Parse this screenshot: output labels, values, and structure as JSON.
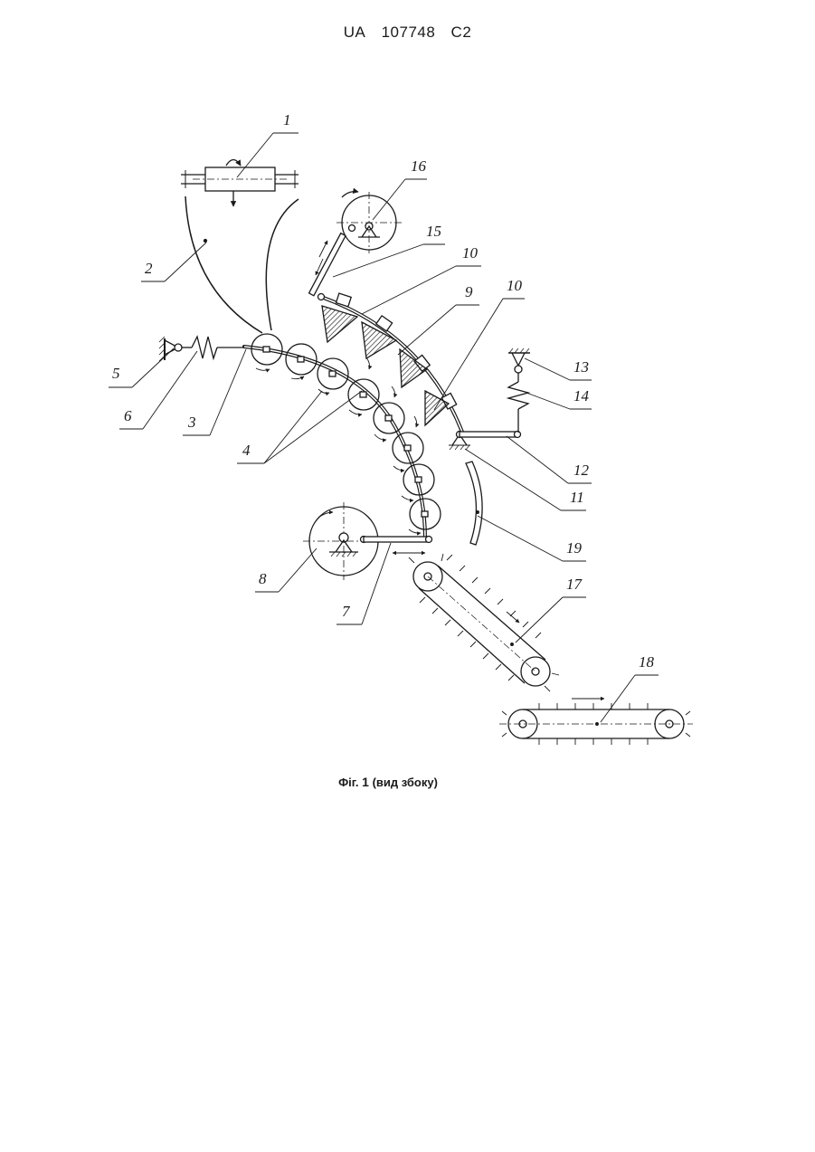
{
  "header": {
    "country": "UA",
    "number": "107748",
    "kind": "C2"
  },
  "figure": {
    "caption_prefix": "Фіг.",
    "caption_number": "1",
    "caption_suffix": "(вид збоку)",
    "labels": [
      {
        "key": "l1",
        "text": "1"
      },
      {
        "key": "l2",
        "text": "2"
      },
      {
        "key": "l3",
        "text": "3"
      },
      {
        "key": "l4",
        "text": "4"
      },
      {
        "key": "l5",
        "text": "5"
      },
      {
        "key": "l6",
        "text": "6"
      },
      {
        "key": "l7",
        "text": "7"
      },
      {
        "key": "l8",
        "text": "8"
      },
      {
        "key": "l9",
        "text": "9"
      },
      {
        "key": "l10a",
        "text": "10"
      },
      {
        "key": "l10b",
        "text": "10"
      },
      {
        "key": "l11",
        "text": "11"
      },
      {
        "key": "l12",
        "text": "12"
      },
      {
        "key": "l13",
        "text": "13"
      },
      {
        "key": "l14",
        "text": "14"
      },
      {
        "key": "l15",
        "text": "15"
      },
      {
        "key": "l16",
        "text": "16"
      },
      {
        "key": "l17",
        "text": "17"
      },
      {
        "key": "l18",
        "text": "18"
      },
      {
        "key": "l19",
        "text": "19"
      }
    ]
  }
}
